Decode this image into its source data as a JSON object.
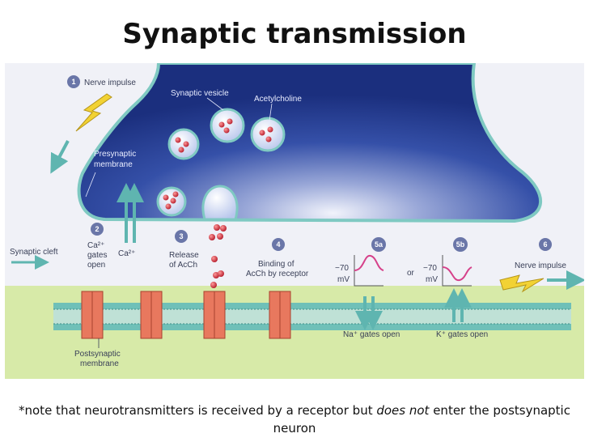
{
  "title": "Synaptic transmission",
  "labels": {
    "step1": "Nerve impulse",
    "synaptic_vesicle": "Synaptic vesicle",
    "acetylcholine": "Acetylcholine",
    "presynaptic_membrane": [
      "Presynaptic",
      "membrane"
    ],
    "synaptic_cleft": "Synaptic cleft",
    "step2": [
      "Ca²⁺",
      "gates",
      "open"
    ],
    "ca_ion": "Ca²⁺",
    "step3": [
      "Release",
      "of AcCh"
    ],
    "step4": [
      "Binding of",
      "AcCh by receptor"
    ],
    "potential_5a": [
      "−70",
      "mV"
    ],
    "or": "or",
    "potential_5b": [
      "−70",
      "mV"
    ],
    "step6": "Nerve impulse",
    "na_gates": "Na⁺ gates open",
    "k_gates": "K⁺ gates open",
    "postsynaptic_membrane": [
      "Postsynaptic",
      "membrane"
    ]
  },
  "step_numbers": [
    "1",
    "2",
    "3",
    "4",
    "5a",
    "5b",
    "6"
  ],
  "note": {
    "before": "*note that neurotransmitters is received by a receptor but ",
    "emphasis": "does not",
    "after": " enter the postsynaptic neuron"
  },
  "colors": {
    "terminal": "#1e3a8c",
    "membrane_edge": "#7fc9c2",
    "postsynaptic_fluid": "#d7eaa8",
    "receptor": "#e8785e",
    "arrow_teal": "#5fb5b0",
    "lightning": "#f2d234",
    "curve": "#d6418a"
  }
}
